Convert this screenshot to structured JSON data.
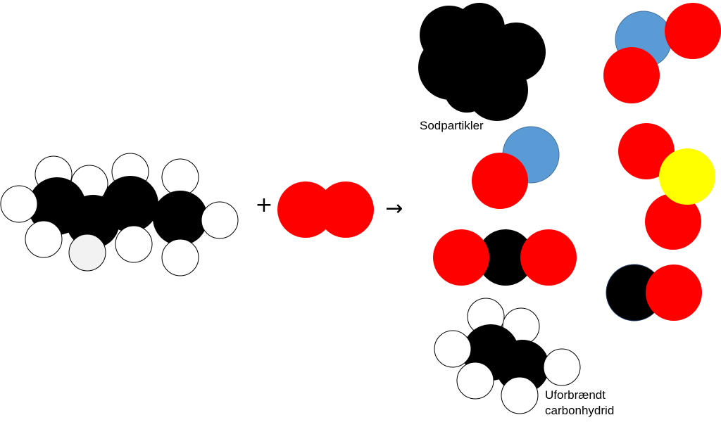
{
  "operators": {
    "plus": "+",
    "arrow": "→"
  },
  "labels": {
    "soot": "Sodpartikler",
    "unburned_line1": "Uforbrændt",
    "unburned_line2": "carbonhydrid"
  },
  "atom_colors": {
    "carbon": "#000000",
    "hydrogen": "#ffffff",
    "hydrogen_shaded": "#f2f2f2",
    "oxygen": "#ff0000",
    "nitrogen": "#5b9bd5",
    "sulfur": "#ffff00"
  },
  "molecules": [
    "hydrocarbon-fuel",
    "oxygen-molecule",
    "soot-particle",
    "nitrogen-dioxide",
    "nitrogen-monoxide",
    "sulfur-dioxide",
    "carbon-dioxide",
    "carbon-monoxide",
    "unburned-hydrocarbon"
  ]
}
